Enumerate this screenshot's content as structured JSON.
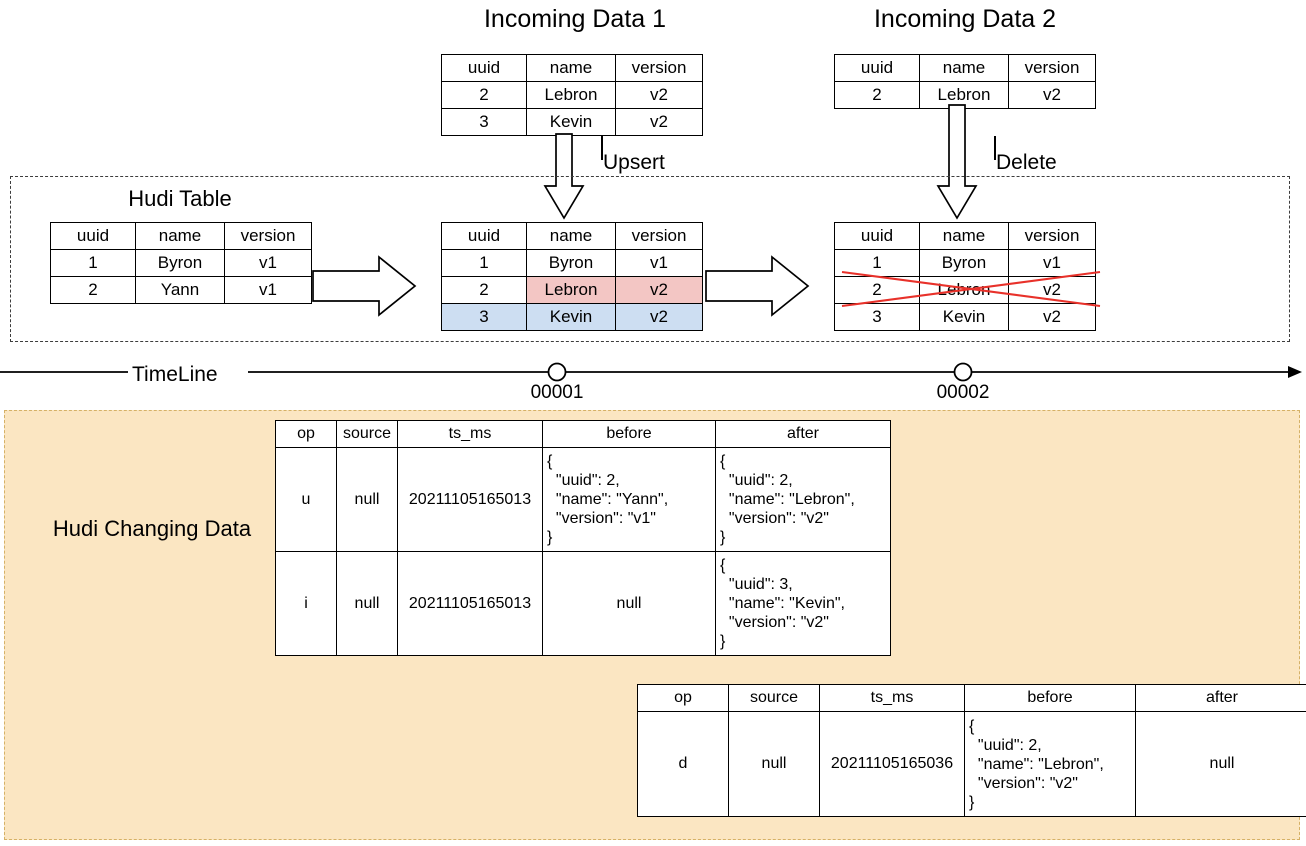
{
  "diagram": {
    "title_incoming_1": "Incoming Data 1",
    "title_incoming_2": "Incoming Data 2",
    "label_upsert": "Upsert",
    "label_delete": "Delete",
    "label_hudi_table": "Hudi Table",
    "label_timeline": "TimeLine",
    "label_changing_data": "Hudi Changing Data",
    "timeline_ticks": [
      "00001",
      "00002"
    ],
    "colors": {
      "updated_row": "#f3c6c4",
      "inserted_row": "#cddef2",
      "deleted_mark": "#e8312a",
      "cdc_region_fill": "#fbe6c2",
      "cdc_region_border": "#d5b166",
      "region_border": "#3d3d3d"
    }
  },
  "tables": {
    "incoming_1": {
      "headers": [
        "uuid",
        "name",
        "version"
      ],
      "rows": [
        [
          "2",
          "Lebron",
          "v2"
        ],
        [
          "3",
          "Kevin",
          "v2"
        ]
      ]
    },
    "incoming_2": {
      "headers": [
        "uuid",
        "name",
        "version"
      ],
      "rows": [
        [
          "2",
          "Lebron",
          "v2"
        ]
      ]
    },
    "hudi_before": {
      "headers": [
        "uuid",
        "name",
        "version"
      ],
      "rows": [
        [
          "1",
          "Byron",
          "v1"
        ],
        [
          "2",
          "Yann",
          "v1"
        ]
      ]
    },
    "hudi_after_upsert": {
      "headers": [
        "uuid",
        "name",
        "version"
      ],
      "rows": [
        [
          "1",
          "Byron",
          "v1"
        ],
        [
          "2",
          "Lebron",
          "v2"
        ],
        [
          "3",
          "Kevin",
          "v2"
        ]
      ]
    },
    "hudi_after_delete": {
      "headers": [
        "uuid",
        "name",
        "version"
      ],
      "rows": [
        [
          "1",
          "Byron",
          "v1"
        ],
        [
          "2",
          "Lebron",
          "v2"
        ],
        [
          "3",
          "Kevin",
          "v2"
        ]
      ]
    }
  },
  "cdc": {
    "headers": [
      "op",
      "source",
      "ts_ms",
      "before",
      "after"
    ],
    "commit_00001": [
      {
        "op": "u",
        "source": "null",
        "ts_ms": "20211105165013",
        "before": "{\n  \"uuid\": 2,\n  \"name\": \"Yann\",\n  \"version\": \"v1\"\n}",
        "after": "{\n  \"uuid\": 2,\n  \"name\": \"Lebron\",\n  \"version\": \"v2\"\n}"
      },
      {
        "op": "i",
        "source": "null",
        "ts_ms": "20211105165013",
        "before": "null",
        "after": "{\n  \"uuid\": 3,\n  \"name\": \"Kevin\",\n  \"version\": \"v2\"\n}"
      }
    ],
    "commit_00002": [
      {
        "op": "d",
        "source": "null",
        "ts_ms": "20211105165036",
        "before": "{\n  \"uuid\": 2,\n  \"name\": \"Lebron\",\n  \"version\": \"v2\"\n}",
        "after": "null"
      }
    ]
  }
}
